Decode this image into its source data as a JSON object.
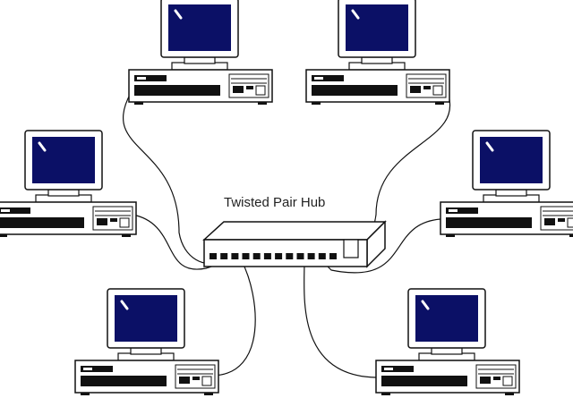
{
  "title": "Twisted Pair Hub",
  "colors": {
    "screen": "#0b1066",
    "outline": "#111111",
    "case": "#ffffff",
    "dark": "#111111",
    "background": "#ffffff"
  },
  "icons": [
    "computer-icon",
    "hub-icon",
    "screen-glare-icon"
  ],
  "computers": [
    {
      "id": "top-left"
    },
    {
      "id": "top-right"
    },
    {
      "id": "middle-left"
    },
    {
      "id": "middle-right"
    },
    {
      "id": "bottom-left"
    },
    {
      "id": "bottom-right"
    }
  ],
  "hub": {
    "label": "Twisted Pair Hub",
    "ports": 12
  }
}
